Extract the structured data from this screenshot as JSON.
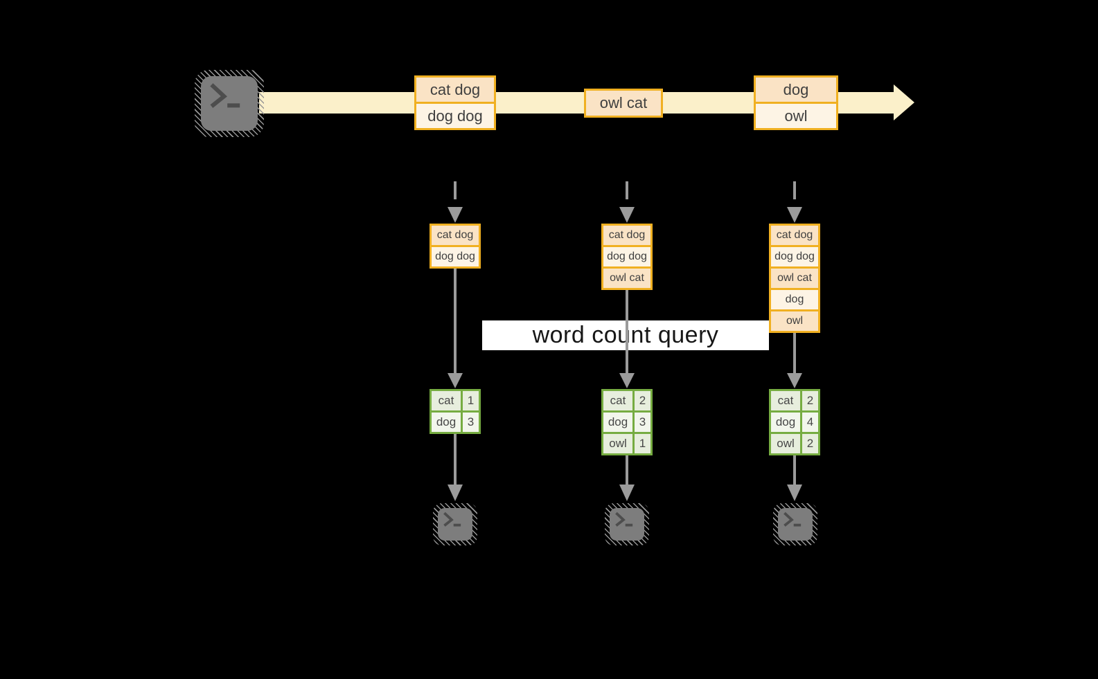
{
  "query_band": {
    "label": "word count query"
  },
  "stream": {
    "batch1": {
      "row1": "cat dog",
      "row2": "dog dog"
    },
    "batch2": {
      "row1": "owl cat"
    },
    "batch3": {
      "row1": "dog",
      "row2": "owl"
    }
  },
  "columns": [
    {
      "input_rows": [
        "cat dog",
        "dog dog"
      ],
      "result_rows": [
        {
          "word": "cat",
          "count": "1"
        },
        {
          "word": "dog",
          "count": "3"
        }
      ]
    },
    {
      "input_rows": [
        "cat dog",
        "dog dog",
        "owl cat"
      ],
      "result_rows": [
        {
          "word": "cat",
          "count": "2"
        },
        {
          "word": "dog",
          "count": "3"
        },
        {
          "word": "owl",
          "count": "1"
        }
      ]
    },
    {
      "input_rows": [
        "cat dog",
        "dog dog",
        "owl cat",
        "dog",
        "owl"
      ],
      "result_rows": [
        {
          "word": "cat",
          "count": "2"
        },
        {
          "word": "dog",
          "count": "4"
        },
        {
          "word": "owl",
          "count": "2"
        }
      ]
    }
  ],
  "icons": {
    "terminal": "terminal-prompt"
  },
  "colors": {
    "background": "#000000",
    "stream-band": "#FBF0CA",
    "orange-border": "#F0B021",
    "peach-dark": "#FAE3C5",
    "peach-light": "#FDF4E5",
    "green-border": "#76AC41",
    "green-dark": "#E7EEDD",
    "green-light": "#F2F6EC",
    "arrow-gray": "#9B9B9B",
    "icon-gray": "#7D7D7D",
    "icon-glyph": "#4D4D4D",
    "box-text": "#3F3F3F",
    "query-band-bg": "#FFFFFF",
    "query-text": "#161616"
  }
}
